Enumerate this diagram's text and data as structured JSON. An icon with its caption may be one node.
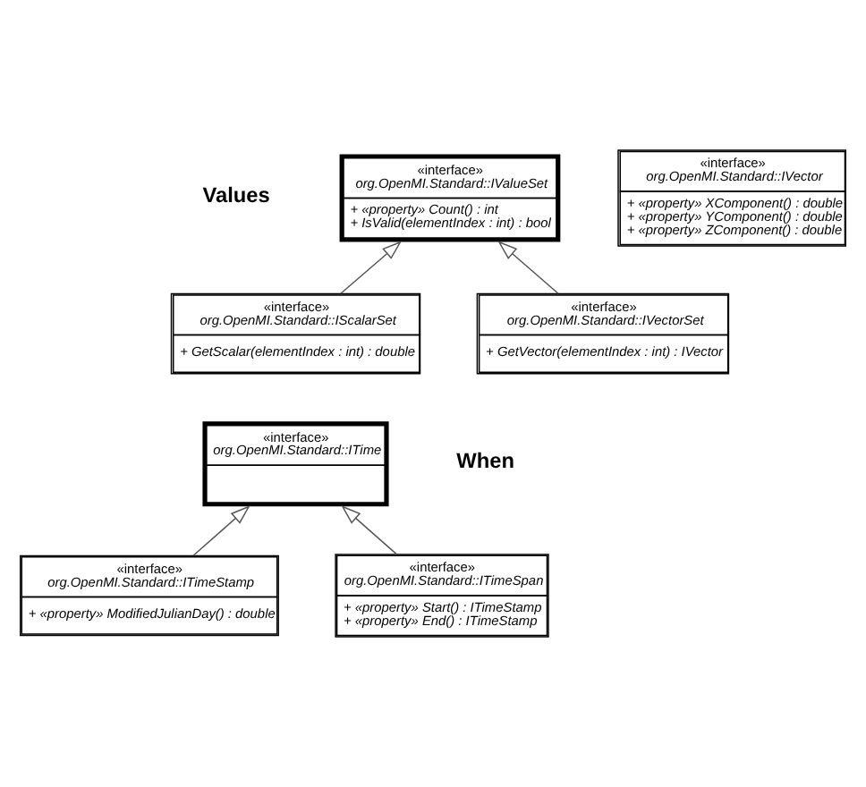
{
  "diagram": {
    "nodes": [
      {
        "text": [
          "«interface»",
          "org.OpenMI.Standard::IValueSet",
          "+ «property» Count() : int",
          "+ IsValid(elementIndex : int) : bool"
        ]
      },
      {
        "text": [
          "«interface»",
          "org.OpenMI.Standard::IVector",
          "+ «property» XComponent() : double",
          "+ «property» YComponent() : double",
          "+ «property» ZComponent() : double"
        ]
      },
      {
        "text": [
          "«interface»",
          "org.OpenMI.Standard::IScalarSet",
          "+ GetScalar(elementIndex : int) : double"
        ]
      },
      {
        "text": [
          "«interface»",
          "org.OpenMI.Standard::IVectorSet",
          "+ GetVector(elementIndex : int) : IVector"
        ]
      },
      {
        "text": [
          "«interface»",
          "org.OpenMI.Standard::ITime"
        ]
      },
      {
        "text": [
          "«interface»",
          "org.OpenMI.Standard::ITimeStamp",
          "+ «property» ModifiedJulianDay() : double"
        ]
      },
      {
        "text": [
          "«interface»",
          "org.OpenMI.Standard::ITimeSpan",
          "+ «property» Start() : ITimeStamp",
          "+ «property» End() : ITimeStamp"
        ]
      }
    ],
    "edges": [
      {
        "from": 2,
        "to": 0,
        "arrow": "to"
      },
      {
        "from": 3,
        "to": 0,
        "arrow": "to"
      },
      {
        "from": 5,
        "to": 4,
        "arrow": "to"
      },
      {
        "from": 6,
        "to": 4,
        "arrow": "to"
      }
    ],
    "labels": [
      "Values",
      "When"
    ]
  }
}
